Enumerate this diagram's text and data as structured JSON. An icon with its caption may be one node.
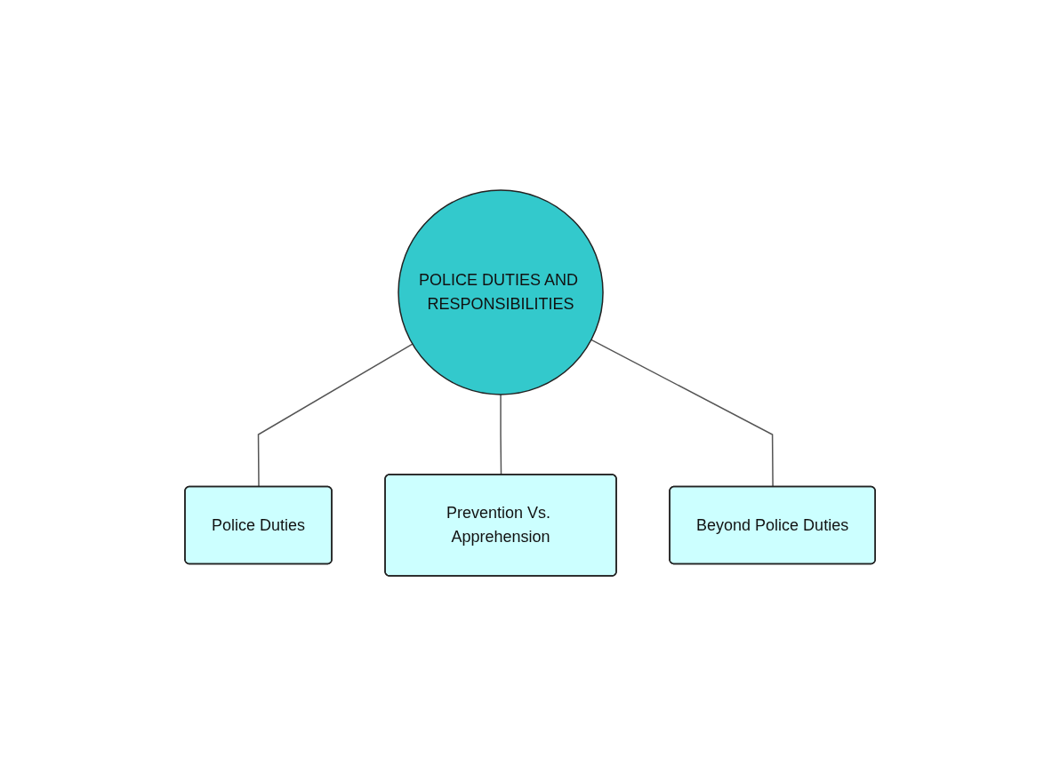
{
  "diagram": {
    "nodes": [
      {
        "text": [
          "POLICE DUTIES AND RESPONSIBILITIES"
        ]
      },
      {
        "text": [
          "Police Duties"
        ]
      },
      {
        "text": [
          "Prevention Vs. Apprehension"
        ]
      },
      {
        "text": [
          "Beyond Police Duties"
        ]
      }
    ],
    "edges": [
      {
        "from": 0,
        "to": 1,
        "arrow": "none"
      },
      {
        "from": 0,
        "to": 2,
        "arrow": "none"
      },
      {
        "from": 0,
        "to": 3,
        "arrow": "none"
      }
    ]
  }
}
